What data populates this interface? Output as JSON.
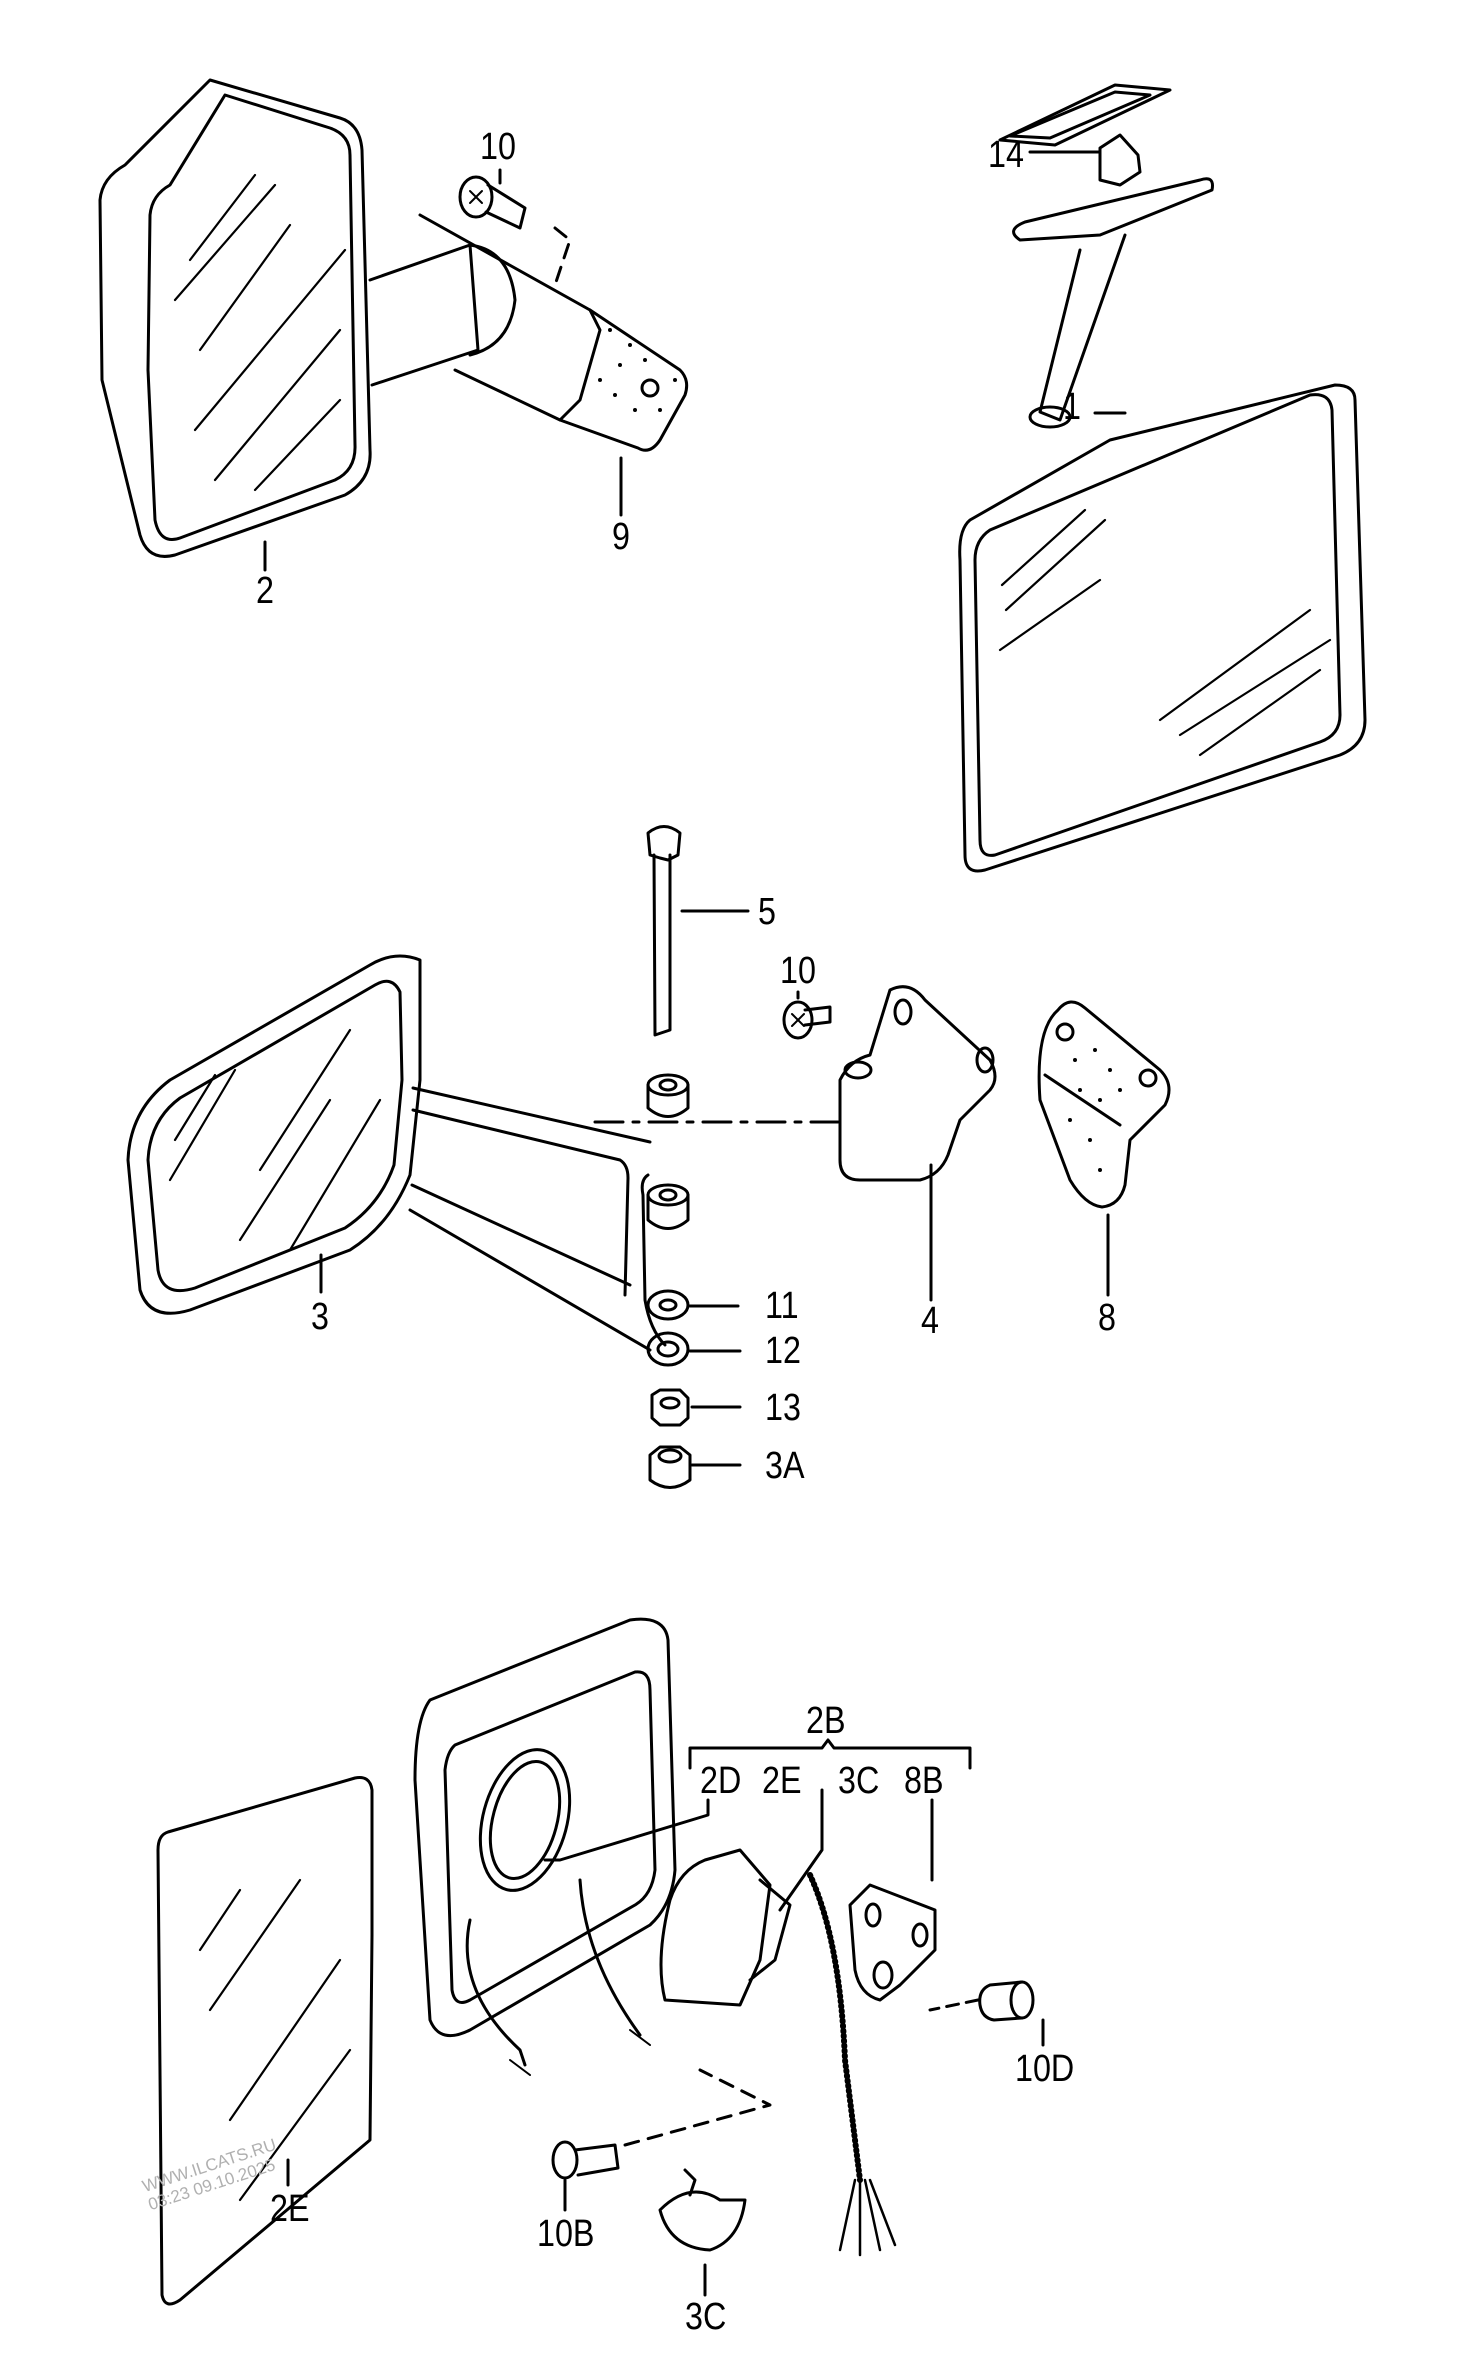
{
  "diagram": {
    "type": "exploded parts diagram",
    "subject": "vehicle mirrors: exterior side mirrors and interior rear-view mirror",
    "callouts": [
      {
        "id": "lbl-10-top",
        "text": "10"
      },
      {
        "id": "lbl-2",
        "text": "2"
      },
      {
        "id": "lbl-9",
        "text": "9"
      },
      {
        "id": "lbl-14",
        "text": "14"
      },
      {
        "id": "lbl-1",
        "text": "1"
      },
      {
        "id": "lbl-5",
        "text": "5"
      },
      {
        "id": "lbl-10-mid",
        "text": "10"
      },
      {
        "id": "lbl-3",
        "text": "3"
      },
      {
        "id": "lbl-11",
        "text": "11"
      },
      {
        "id": "lbl-12",
        "text": "12"
      },
      {
        "id": "lbl-13",
        "text": "13"
      },
      {
        "id": "lbl-3A",
        "text": "3A"
      },
      {
        "id": "lbl-4",
        "text": "4"
      },
      {
        "id": "lbl-8",
        "text": "8"
      },
      {
        "id": "lbl-2B",
        "text": "2B"
      },
      {
        "id": "lbl-2D",
        "text": "2D"
      },
      {
        "id": "lbl-2E-group",
        "text": "2E"
      },
      {
        "id": "lbl-3C-group",
        "text": "3C"
      },
      {
        "id": "lbl-8B",
        "text": "8B"
      },
      {
        "id": "lbl-10D",
        "text": "10D"
      },
      {
        "id": "lbl-2E",
        "text": "2E"
      },
      {
        "id": "lbl-10B",
        "text": "10B"
      },
      {
        "id": "lbl-3C",
        "text": "3C"
      }
    ],
    "group": {
      "parent": "2B",
      "children": [
        "2D",
        "2E",
        "3C",
        "8B"
      ]
    },
    "watermark": {
      "line1": "WWW.ILCATS.RU",
      "line2": "03:23 09.10.2025"
    }
  }
}
